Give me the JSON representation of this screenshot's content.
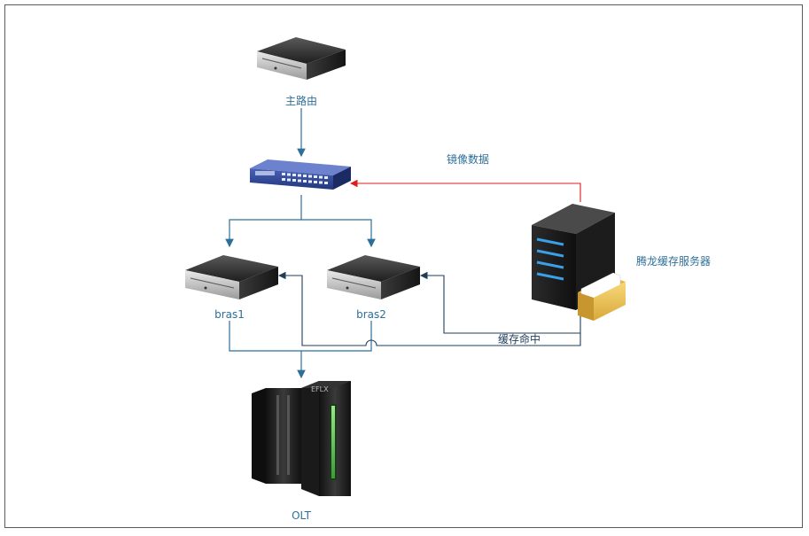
{
  "nodes": {
    "main_router": "主路由",
    "bras1": "bras1",
    "bras2": "bras2",
    "olt": "OLT",
    "cache_server": "腾龙缓存服务器"
  },
  "edges": {
    "mirror_data": "镜像数据",
    "cache_hit": "缓存命中"
  },
  "colors": {
    "link_blue": "#2e6f99",
    "link_navy": "#1f3c5a",
    "mirror_red": "#e01b1b"
  }
}
